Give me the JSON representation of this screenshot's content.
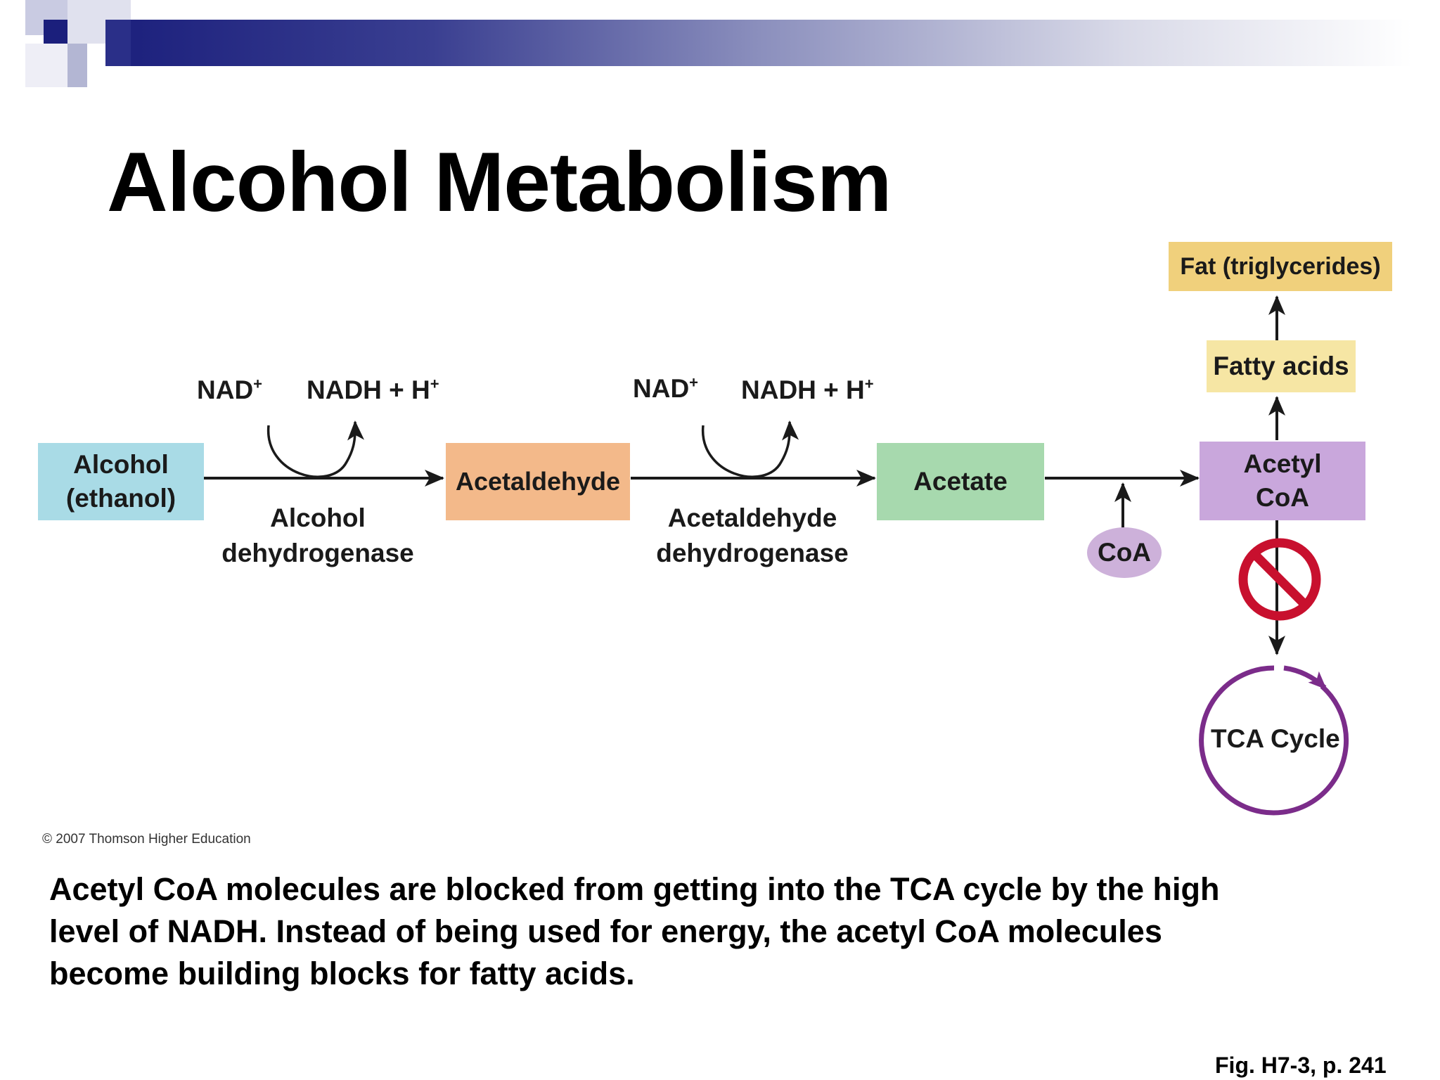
{
  "title": "Alcohol Metabolism",
  "diagram": {
    "nodes": {
      "alcohol": {
        "line1": "Alcohol",
        "line2": "(ethanol)",
        "color": "#a9dbe6"
      },
      "acetaldehyde": {
        "label": "Acetaldehyde",
        "color": "#f3b98a"
      },
      "acetate": {
        "label": "Acetate",
        "color": "#a7d9ae"
      },
      "acetyl_coa": {
        "line1": "Acetyl",
        "line2": "CoA",
        "color": "#c9a7dc"
      },
      "fatty_acids": {
        "label": "Fatty acids",
        "color": "#f6e6a4"
      },
      "fat": {
        "label": "Fat (triglycerides)",
        "color": "#f0d07c"
      },
      "coa": {
        "label": "CoA",
        "color": "#cdb1da"
      },
      "tca": {
        "label": "TCA Cycle",
        "color": "#7b2c8a"
      }
    },
    "reaction1": {
      "nad": "NAD",
      "nad_sup": "+",
      "nadh": "NADH + H",
      "nadh_sup": "+",
      "enzyme_line1": "Alcohol",
      "enzyme_line2": "dehydrogenase"
    },
    "reaction2": {
      "nad": "NAD",
      "nad_sup": "+",
      "nadh": "NADH + H",
      "nadh_sup": "+",
      "enzyme_line1": "Acetaldehyde",
      "enzyme_line2": "dehydrogenase"
    },
    "block_symbol": {
      "icon": "prohibition-icon",
      "color": "#c8102e"
    },
    "arrow_color": "#1a1a1a"
  },
  "copyright": "© 2007 Thomson Higher Education",
  "caption": {
    "line1": "Acetyl CoA molecules are blocked from getting into the TCA cycle by the high",
    "line2": "level of NADH. Instead of being used for energy, the acetyl CoA molecules",
    "line3": "become building blocks for fatty acids."
  },
  "figure_ref": "Fig. H7-3, p. 241",
  "header": {
    "band_color": "#1b1f7c"
  }
}
